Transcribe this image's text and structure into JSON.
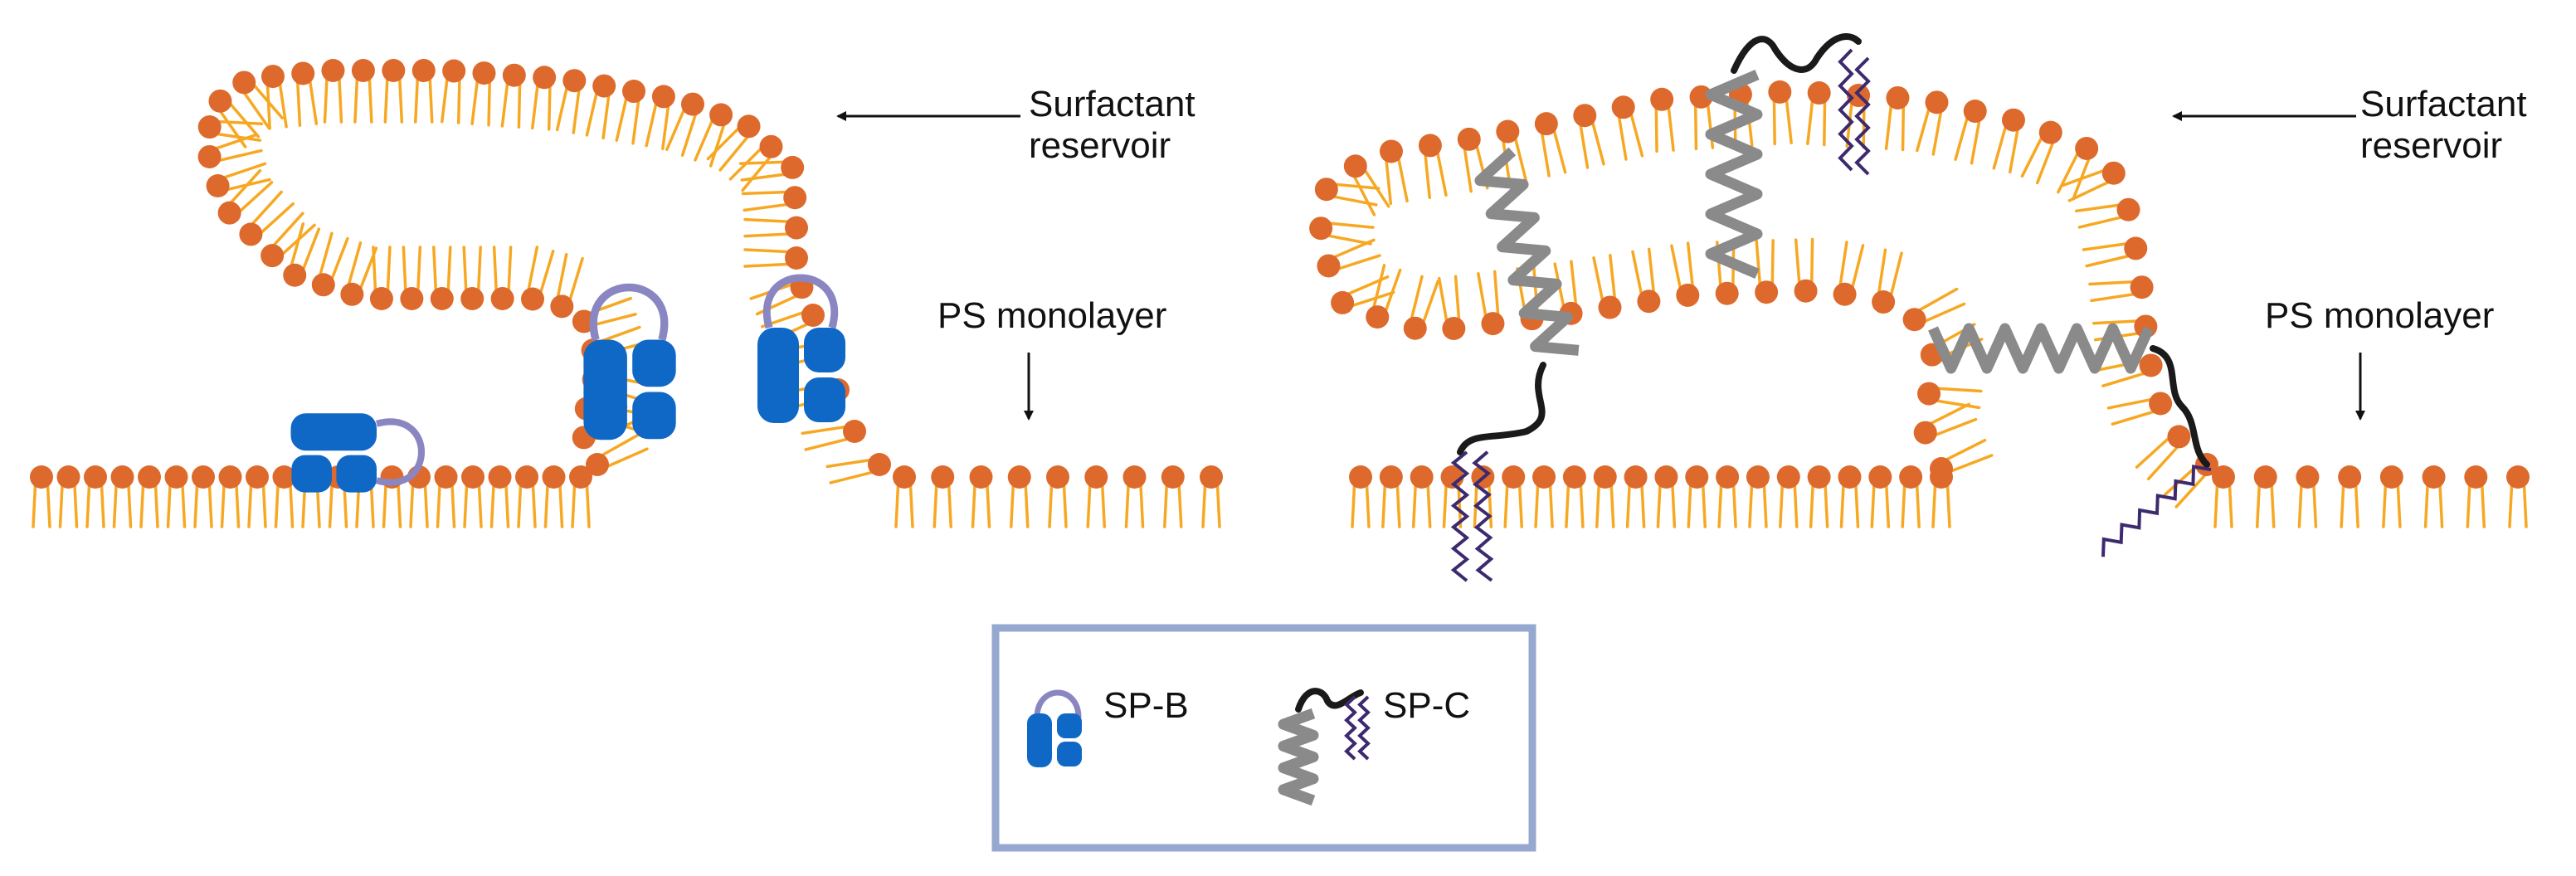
{
  "left_panel": {
    "reservoir_label_line1": "Surfactant",
    "reservoir_label_line2": "reservoir",
    "monolayer_label": "PS monolayer"
  },
  "right_panel": {
    "reservoir_label_line1": "Surfactant",
    "reservoir_label_line2": "reservoir",
    "monolayer_label": "PS monolayer"
  },
  "legend": {
    "sp_b_label": "SP-B",
    "sp_c_label": "SP-C"
  },
  "colors": {
    "lipid_head": "#dd6a2c",
    "lipid_tail": "#f7a823",
    "sp_b_body": "#1068c6",
    "sp_b_loop": "#8a86c2",
    "sp_c_helix": "#8a8a8a",
    "sp_c_chain": "#1a1a1a",
    "sp_c_palmitoyl": "#3d2a6e",
    "legend_border": "#96a8cf",
    "text": "#111111"
  },
  "icons": [
    "arrow-left-icon",
    "arrow-down-icon",
    "sp-b-protein-icon",
    "sp-c-protein-icon"
  ]
}
